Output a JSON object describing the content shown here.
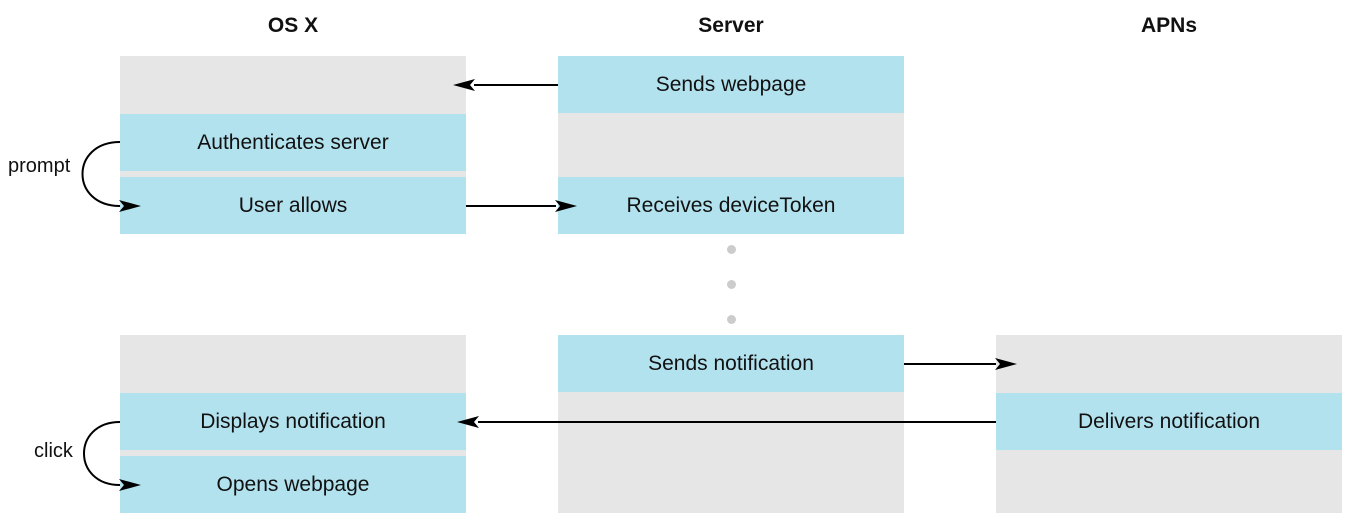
{
  "columns": {
    "osx": "OS X",
    "server": "Server",
    "apns": "APNs"
  },
  "steps": {
    "sends_webpage": "Sends webpage",
    "authenticates_server": "Authenticates server",
    "user_allows": "User allows",
    "receives_device_token": "Receives deviceToken",
    "sends_notification": "Sends notification",
    "displays_notification": "Displays notification",
    "opens_webpage": "Opens webpage",
    "delivers_notification": "Delivers notification"
  },
  "loops": {
    "prompt": "prompt",
    "click": "click"
  },
  "colors": {
    "step_fill": "#b3e2ef",
    "lane_fill": "#e6e6e6",
    "dots": "#cccccc"
  }
}
